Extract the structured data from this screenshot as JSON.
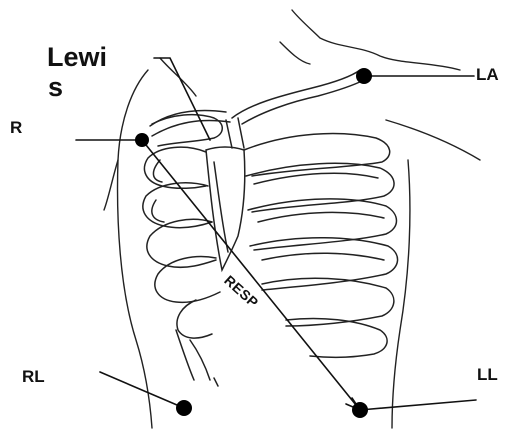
{
  "labels": {
    "ra": "R",
    "la": "LA",
    "rl": "RL",
    "ll": "LL",
    "lewis_line1": "Lewi",
    "lewis_line2": "s",
    "resp": "RESP"
  },
  "colors": {
    "ink": "#111111",
    "electrode": "#000000",
    "background": "#ffffff"
  }
}
